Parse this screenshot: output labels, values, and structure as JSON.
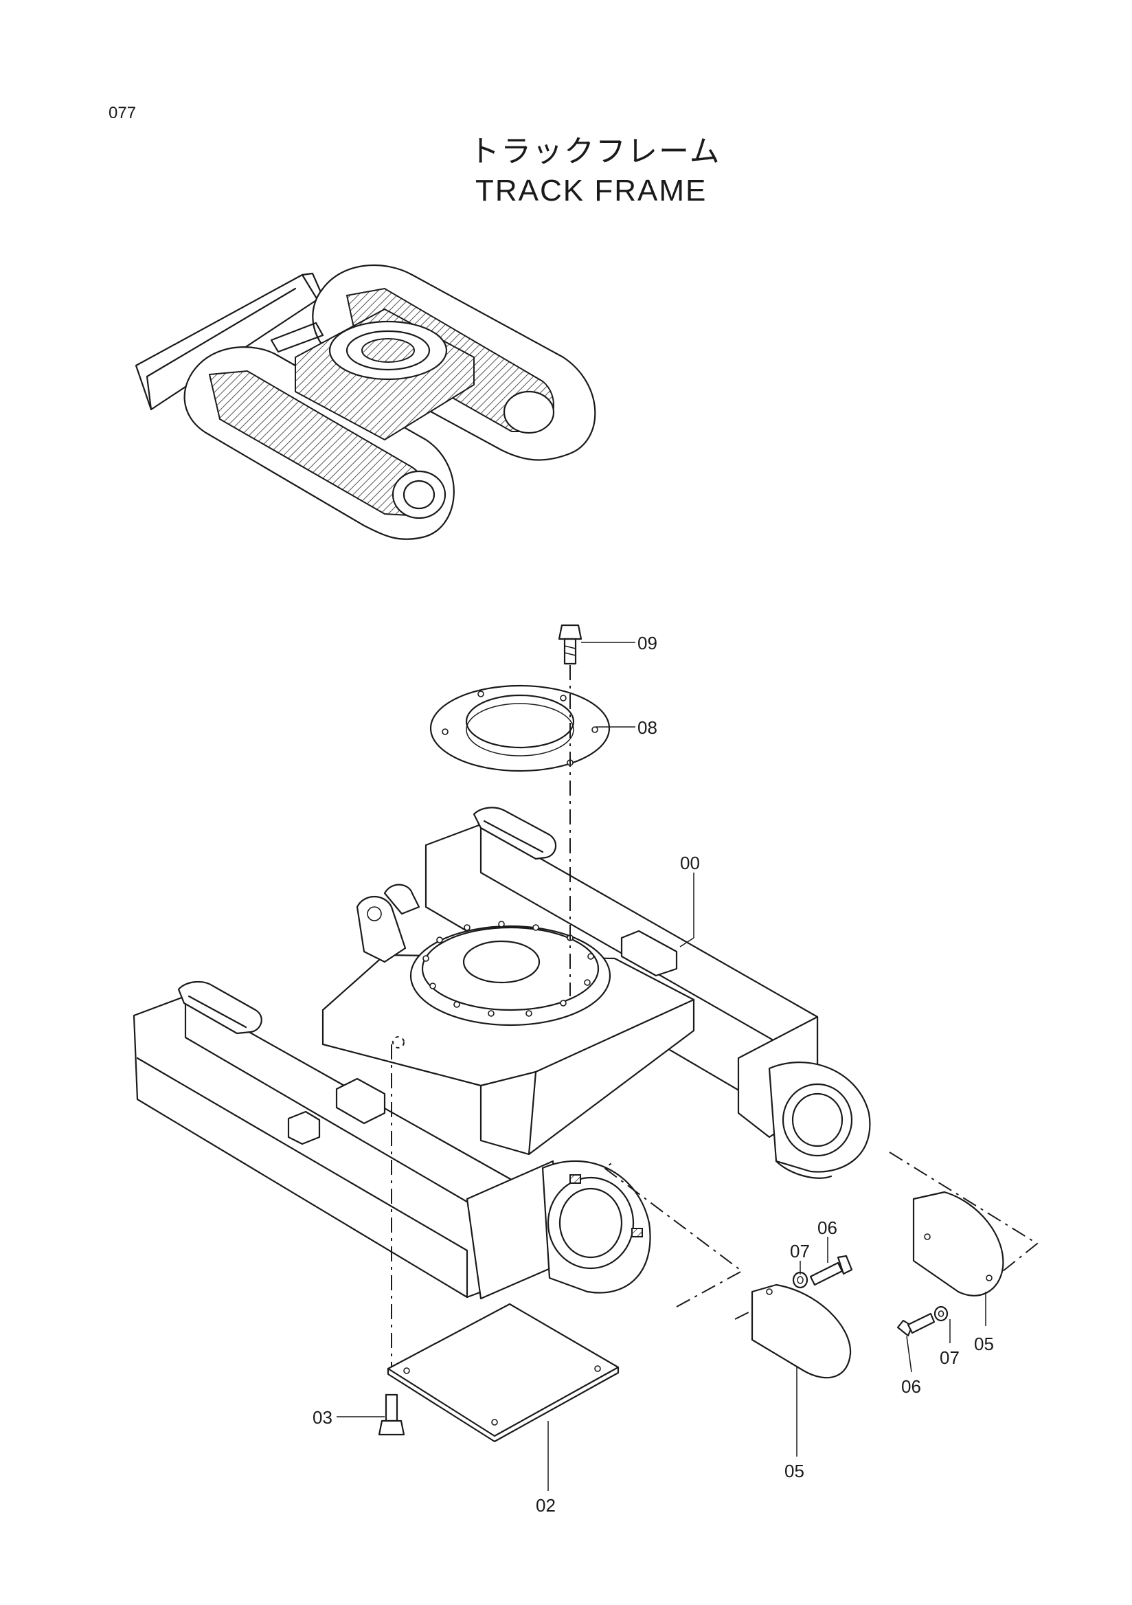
{
  "page_number": "077",
  "title_jp": "トラックフレーム",
  "title_en": "TRACK FRAME",
  "callouts": {
    "c00": "00",
    "c02": "02",
    "c03": "03",
    "c05a": "05",
    "c05b": "05",
    "c06a": "06",
    "c06b": "06",
    "c07a": "07",
    "c07b": "07",
    "c08": "08",
    "c09": "09"
  }
}
